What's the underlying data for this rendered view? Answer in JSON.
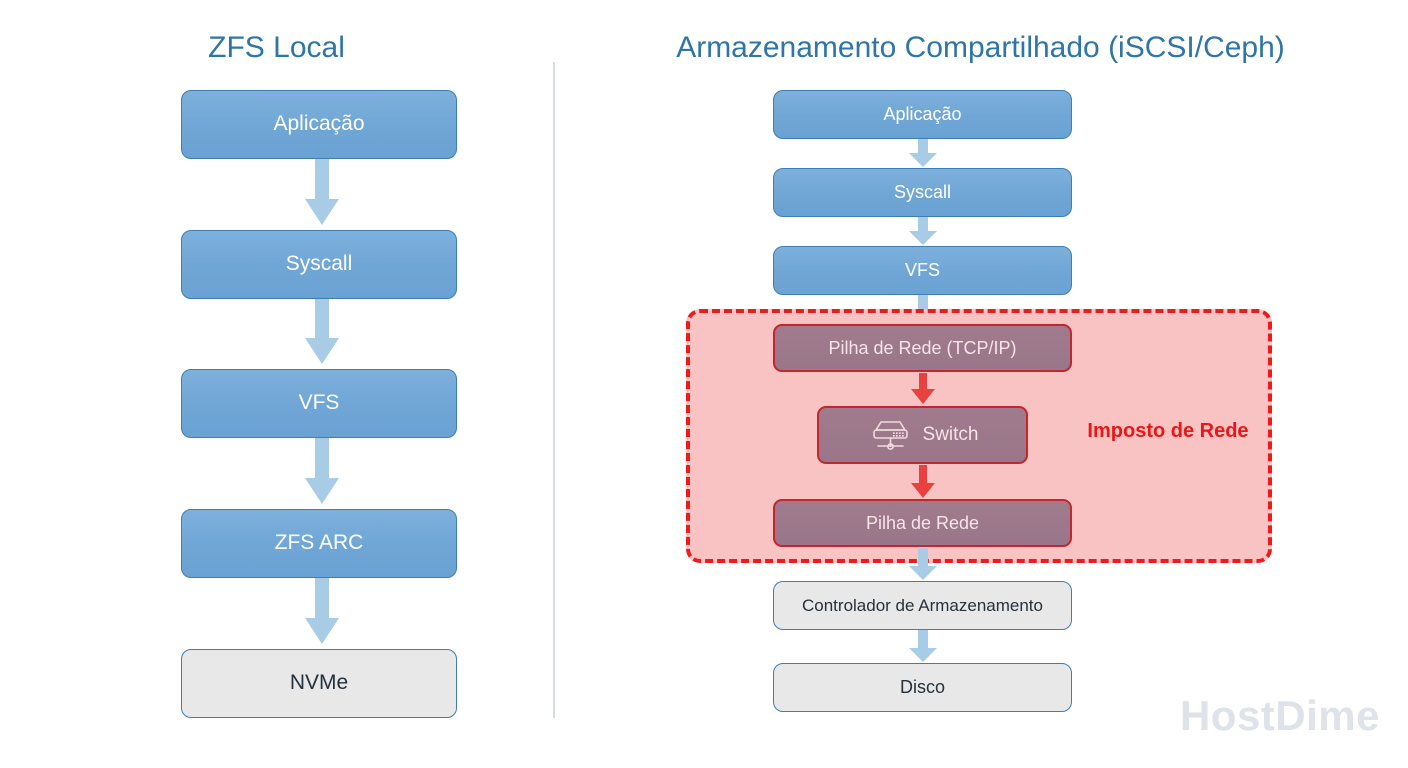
{
  "columns": {
    "left": {
      "title": "ZFS Local",
      "nodes": [
        {
          "label": "Aplicação",
          "style": "blue"
        },
        {
          "label": "Syscall",
          "style": "blue"
        },
        {
          "label": "VFS",
          "style": "blue"
        },
        {
          "label": "ZFS ARC",
          "style": "blue"
        },
        {
          "label": "NVMe",
          "style": "grey"
        }
      ]
    },
    "right": {
      "title": "Armazenamento Compartilhado (iSCSI/Ceph)",
      "nodes": [
        {
          "label": "Aplicação",
          "style": "blue"
        },
        {
          "label": "Syscall",
          "style": "blue"
        },
        {
          "label": "VFS",
          "style": "blue"
        },
        {
          "label": "Pilha de Rede (TCP/IP)",
          "style": "red"
        },
        {
          "label": "Switch",
          "style": "red",
          "icon": "network-switch-icon"
        },
        {
          "label": "Pilha de Rede",
          "style": "red"
        },
        {
          "label": "Controlador de Armazenamento",
          "style": "grey"
        },
        {
          "label": "Disco",
          "style": "grey"
        }
      ]
    }
  },
  "network_tax": {
    "label": "Imposto de Rede",
    "border_color": "#ED1C1C",
    "fill_color": "#FAC3C3"
  },
  "branding": {
    "logo_text": "HostDime",
    "logo_color": "#DDE3E8"
  },
  "colors": {
    "title_blue": "#2E75A8",
    "node_blue_fill": "#6FA6D6",
    "node_blue_border": "#3D7FB5",
    "node_grey_fill": "#E8E8E8",
    "node_red_fill": "#9A768A",
    "node_red_border": "#C3272B",
    "arrow_blue": "#A8CBE6",
    "arrow_red": "#E8413F",
    "divider": "#D6DDE2"
  }
}
